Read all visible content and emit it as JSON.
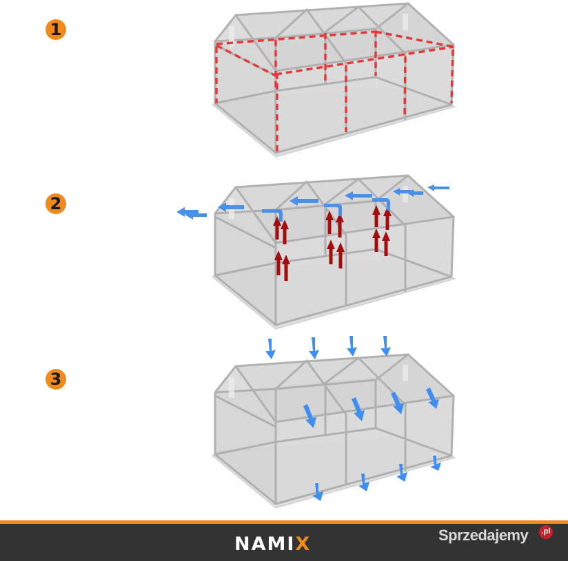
{
  "steps": [
    {
      "number": "1",
      "description_icon": "frame-outline-dashed-red"
    },
    {
      "number": "2",
      "description_icon": "warm-air-rising-red-arrows-vent-blue-arrows"
    },
    {
      "number": "3",
      "description_icon": "cold-air-falling-blue-arrows"
    }
  ],
  "colors": {
    "accent_orange": "#f08a1c",
    "frame_gray": "#b4b4b4",
    "panel_fill": "#d9d9d9",
    "dash_red": "#e23a3a",
    "warm_arrow_red": "#a30d0d",
    "cool_arrow_blue": "#3f8ef0",
    "footer_bg": "#333333"
  },
  "footer": {
    "brand_left": "NAMI",
    "brand_x": "X",
    "marketplace": "Sprzedajemy",
    "marketplace_tld": ".pl"
  }
}
